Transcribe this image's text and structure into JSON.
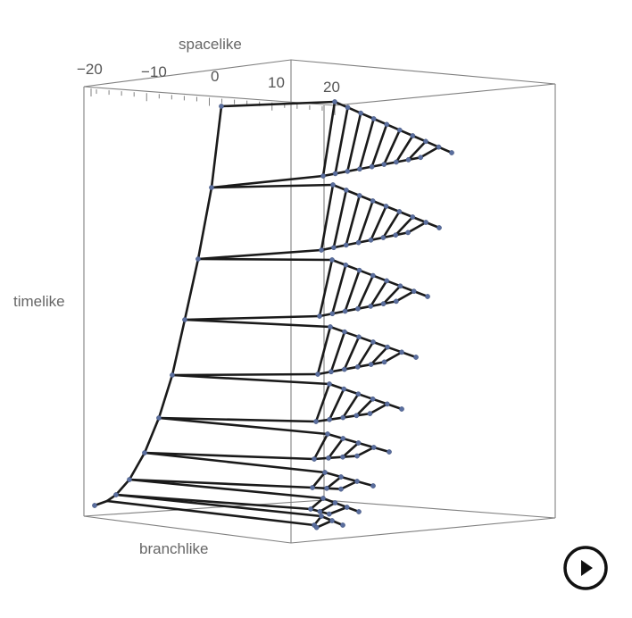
{
  "chart_data": {
    "type": "scatter3d",
    "title": "",
    "axes": {
      "x": {
        "label": "spacelike",
        "ticks": [
          -20,
          -10,
          0,
          10,
          20
        ]
      },
      "y": {
        "label": "branchlike"
      },
      "z": {
        "label": "timelike"
      }
    },
    "box": {
      "shown": true,
      "grid": false
    },
    "description": "Multiway/branchial lattice: stacked time slices; each slice is a quadrilateral frame whose right edge fans out into a converging comb of branch nodes (blue points) joined by black edges.",
    "layers": [
      {
        "t": 1,
        "left_top": [
          248,
          119
        ],
        "right_top": [
          375,
          114
        ],
        "left_bottom": [
          237,
          210
        ],
        "right_bottom": [
          362,
          197
        ],
        "fan_teeth": 8,
        "tip": [
          506,
          171
        ]
      },
      {
        "t": 2,
        "left_top": [
          237,
          210
        ],
        "right_top": [
          373,
          207
        ],
        "left_bottom": [
          222,
          290
        ],
        "right_bottom": [
          360,
          280
        ],
        "fan_teeth": 7,
        "tip": [
          492,
          255
        ]
      },
      {
        "t": 3,
        "left_top": [
          222,
          290
        ],
        "right_top": [
          372,
          291
        ],
        "left_bottom": [
          207,
          358
        ],
        "right_bottom": [
          358,
          354
        ],
        "fan_teeth": 6,
        "tip": [
          479,
          332
        ]
      },
      {
        "t": 4,
        "left_top": [
          207,
          358
        ],
        "right_top": [
          370,
          366
        ],
        "left_bottom": [
          193,
          420
        ],
        "right_bottom": [
          356,
          419
        ],
        "fan_teeth": 5,
        "tip": [
          466,
          400
        ]
      },
      {
        "t": 5,
        "left_top": [
          193,
          420
        ],
        "right_top": [
          369,
          430
        ],
        "left_bottom": [
          178,
          468
        ],
        "right_bottom": [
          354,
          472
        ],
        "fan_teeth": 4,
        "tip": [
          450,
          458
        ]
      },
      {
        "t": 6,
        "left_top": [
          178,
          468
        ],
        "right_top": [
          367,
          486
        ],
        "left_bottom": [
          162,
          507
        ],
        "right_bottom": [
          352,
          514
        ],
        "fan_teeth": 3,
        "tip": [
          436,
          506
        ]
      },
      {
        "t": 7,
        "left_top": [
          162,
          507
        ],
        "right_top": [
          364,
          529
        ],
        "left_bottom": [
          145,
          537
        ],
        "right_bottom": [
          350,
          546
        ],
        "fan_teeth": 2,
        "tip": [
          418,
          544
        ]
      },
      {
        "t": 8,
        "left_top": [
          145,
          537
        ],
        "right_top": [
          362,
          558
        ],
        "left_bottom": [
          130,
          554
        ],
        "right_bottom": [
          348,
          570
        ],
        "fan_teeth": 2,
        "tip": [
          402,
          573
        ]
      },
      {
        "t": 9,
        "left_top": [
          130,
          554
        ],
        "right_top": [
          360,
          578
        ],
        "left_bottom": [
          120,
          561
        ],
        "right_bottom": [
          352,
          588
        ],
        "fan_teeth": 1,
        "tip": [
          384,
          588
        ]
      }
    ],
    "extra_nodes": [
      [
        106,
        566
      ]
    ]
  },
  "labels": {
    "spacelike": "spacelike",
    "timelike": "timelike",
    "branchlike": "branchlike",
    "tick_m20": "−20",
    "tick_m10": "−10",
    "tick_0": "0",
    "tick_10": "10",
    "tick_20": "20"
  },
  "controls": {
    "play_icon": "play-circle-icon"
  },
  "colors": {
    "edge": "#1a1a1a",
    "node": "#5a6e9e",
    "box": "#808080",
    "label": "#666666"
  }
}
